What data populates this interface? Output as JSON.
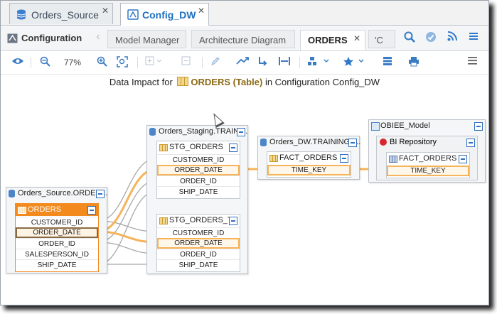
{
  "tabs": [
    {
      "label": "Orders_Source",
      "icon": "database-icon",
      "active": false
    },
    {
      "label": "Config_DW",
      "icon": "configuration-icon",
      "active": true
    }
  ],
  "editor": {
    "title": "Configuration",
    "tabs": [
      {
        "label": "Model Manager",
        "active": false
      },
      {
        "label": "Architecture Diagram",
        "active": false
      },
      {
        "label": "ORDERS",
        "active": true
      },
      {
        "label": "'C",
        "active": false
      }
    ]
  },
  "toolbar": {
    "zoom": "77%"
  },
  "diagram": {
    "title_prefix": "Data Impact for",
    "title_object": "ORDERS (Table)",
    "title_suffix": "in Configuration Config_DW",
    "groups": {
      "source": {
        "name": "Orders_Source.ORDER...",
        "table": "ORDERS",
        "columns": [
          "CUSTOMER_ID",
          "ORDER_DATE",
          "ORDER_ID",
          "SALESPERSON_ID",
          "SHIP_DATE"
        ]
      },
      "staging": {
        "name": "Orders_Staging.TRAINI...",
        "table1": "STG_ORDERS",
        "table1_columns": [
          "CUSTOMER_ID",
          "ORDER_DATE",
          "ORDER_ID",
          "SHIP_DATE"
        ],
        "table2": "STG_ORDERS_T...",
        "table2_columns": [
          "CUSTOMER_ID",
          "ORDER_DATE",
          "ORDER_ID",
          "SHIP_DATE"
        ]
      },
      "dw": {
        "name": "Orders_DW.TRAINING_...",
        "table": "FACT_ORDERS",
        "columns": [
          "TIME_KEY"
        ]
      },
      "obiee": {
        "name": "OBIEE_Model",
        "repo": "BI Repository",
        "table": "FACT_ORDERS",
        "columns": [
          "TIME_KEY"
        ]
      }
    }
  },
  "colors": {
    "accent": "#1d6fc0",
    "highlight": "#f5b35a",
    "table_header": "#f28a1e"
  }
}
